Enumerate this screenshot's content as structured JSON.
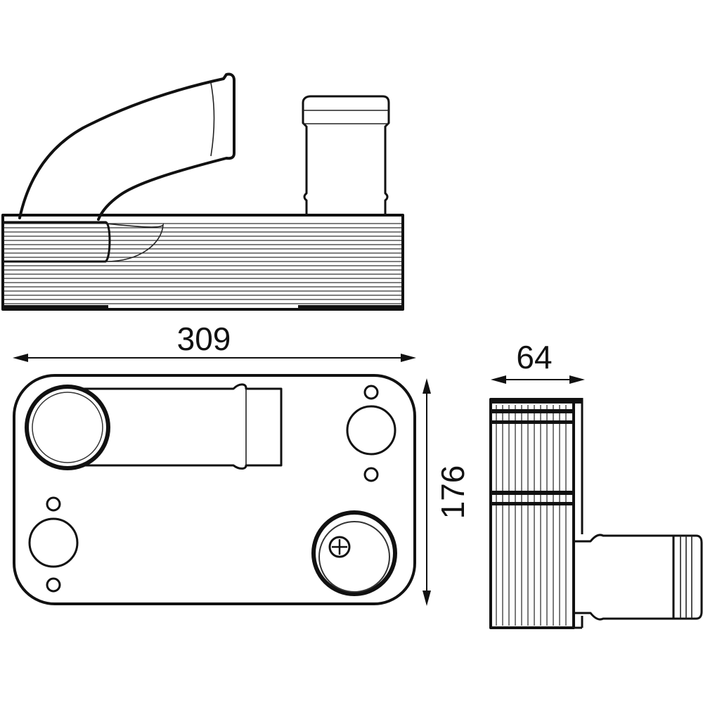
{
  "dimensions": {
    "length": "309",
    "height": "176",
    "depth": "64"
  }
}
